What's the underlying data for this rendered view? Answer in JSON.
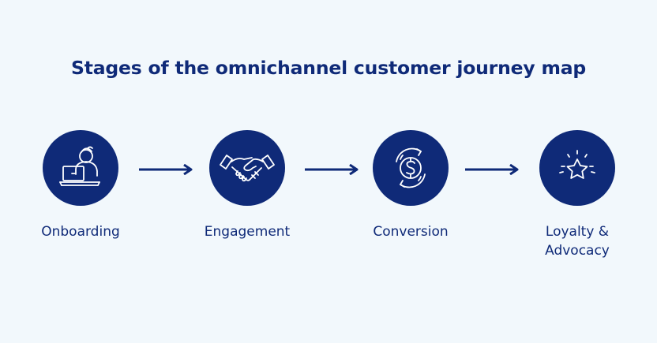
{
  "title": "Stages of the omnichannel customer journey map",
  "colors": {
    "background": "#f2f8fc",
    "primary": "#0f2a78",
    "icon_stroke": "#ffffff"
  },
  "stages": [
    {
      "label_line1": "Onboarding",
      "label_line2": "",
      "icon": "person-at-laptop-icon"
    },
    {
      "label_line1": "Engagement",
      "label_line2": "",
      "icon": "handshake-icon"
    },
    {
      "label_line1": "Conversion",
      "label_line2": "",
      "icon": "dollar-cycle-icon"
    },
    {
      "label_line1": "Loyalty &",
      "label_line2": "Advocacy",
      "icon": "sparkling-star-icon"
    }
  ],
  "connectors": [
    "arrow-right-icon",
    "arrow-right-icon",
    "arrow-right-icon"
  ]
}
